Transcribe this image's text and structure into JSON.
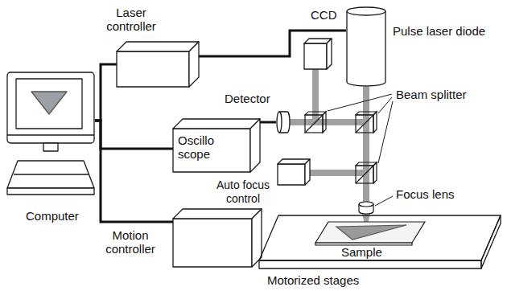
{
  "diagram": {
    "nodes": [
      {
        "text": [
          "Laser controller"
        ]
      },
      {
        "text": [
          "Pulse laser diode"
        ]
      },
      {
        "text": [
          "CCD"
        ]
      },
      {
        "text": [
          "Detector"
        ]
      },
      {
        "text": [
          "Oscillo scope"
        ]
      },
      {
        "text": [
          "Auto focus control"
        ]
      },
      {
        "text": [
          "Computer"
        ]
      },
      {
        "text": [
          "Motion controller"
        ]
      },
      {
        "text": [
          "Motorized stages"
        ]
      }
    ],
    "edges": [
      {
        "from": 6,
        "to": 0,
        "arrow": "none"
      },
      {
        "from": 6,
        "to": 4,
        "arrow": "none"
      },
      {
        "from": 6,
        "to": 7,
        "arrow": "none"
      },
      {
        "from": 0,
        "to": 1,
        "arrow": "none"
      },
      {
        "from": 4,
        "to": 3,
        "arrow": "none"
      }
    ],
    "labels": [
      "Beam splitter",
      "Focus lens",
      "Sample"
    ]
  }
}
